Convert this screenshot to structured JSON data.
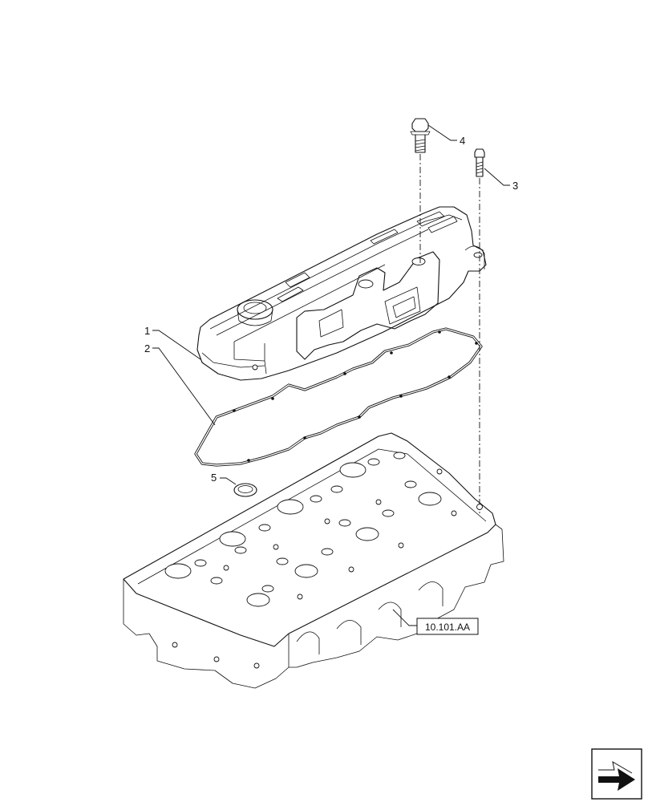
{
  "callouts": [
    {
      "id": "1",
      "label": "1"
    },
    {
      "id": "2",
      "label": "2"
    },
    {
      "id": "3",
      "label": "3"
    },
    {
      "id": "4",
      "label": "4"
    },
    {
      "id": "5",
      "label": "5"
    }
  ],
  "reference": {
    "label": "10.101.AA"
  },
  "nav_icon": "next-page-arrow-icon"
}
